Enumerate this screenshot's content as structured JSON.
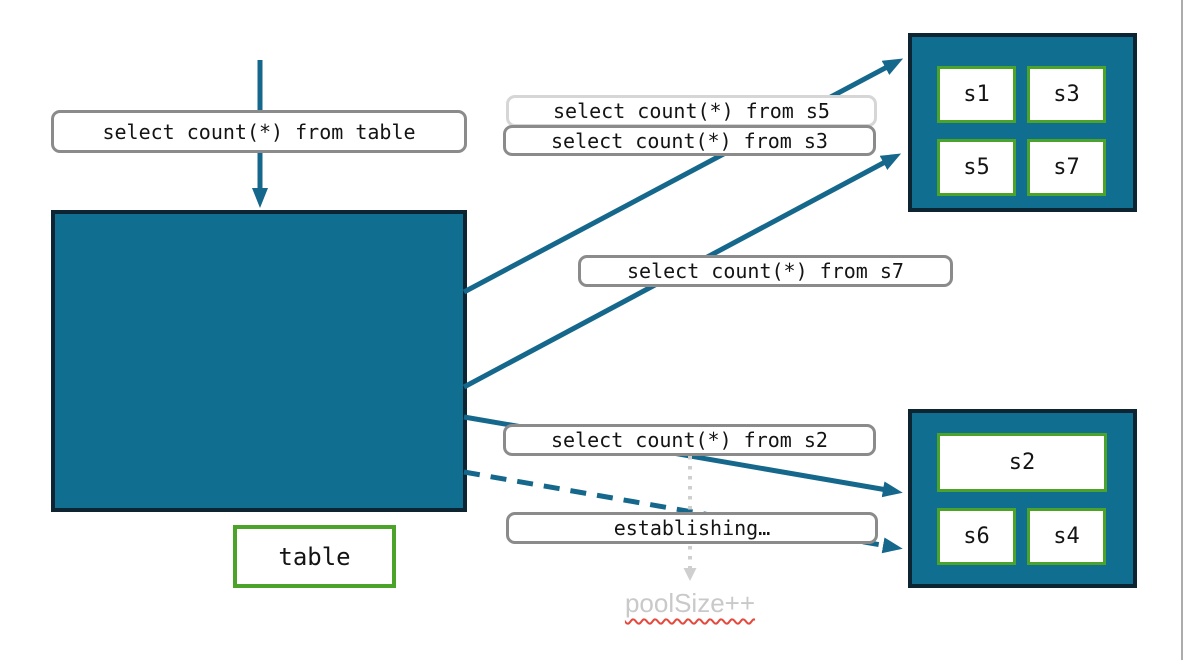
{
  "colors": {
    "teal": "#106E90",
    "dark": "#0D2433",
    "arrow": "#15688C",
    "green": "#4BA32A",
    "gray_border": "#8B8B8B",
    "light_border": "#D6D6D6",
    "text": "#141414",
    "muted": "#C9C9C9",
    "dotted": "#CFCFCF",
    "squiggle": "#E5483C",
    "edge": "#ACACAC"
  },
  "labels": {
    "query_table": "select count(*) from table",
    "query_s5": "select count(*) from s5",
    "query_s3": "select count(*) from s3",
    "query_s7": "select count(*) from s7",
    "query_s2": "select count(*) from s2",
    "establishing": "establishing…",
    "pool_size": "poolSize++"
  },
  "main_table": {
    "label": "table"
  },
  "shard_groups": {
    "top_pool": {
      "shards": [
        "s1",
        "s3",
        "s5",
        "s7"
      ]
    },
    "bottom_pool": {
      "wide_shard": "s2",
      "shards": [
        "s6",
        "s4"
      ]
    }
  }
}
